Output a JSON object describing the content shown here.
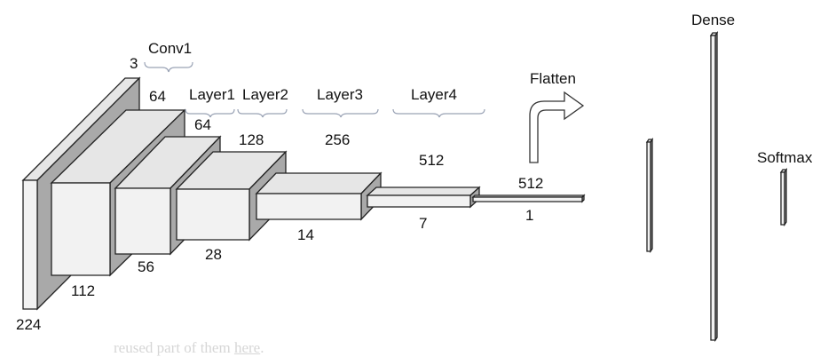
{
  "stages": {
    "conv1": "Conv1",
    "layer1": "Layer1",
    "layer2": "Layer2",
    "layer3": "Layer3",
    "layer4": "Layer4",
    "flatten": "Flatten",
    "dense": "Dense",
    "softmax": "Softmax"
  },
  "dims": {
    "input_channels": "3",
    "input_size": "224",
    "conv1_channels": "64",
    "conv1_size": "112",
    "layer1_channels": "64",
    "layer1_size": "56",
    "layer2_channels": "128",
    "layer2_size": "28",
    "layer3_channels": "256",
    "layer3_size": "14",
    "layer4_channels": "512",
    "layer4_size": "7",
    "flatten_channels": "512",
    "flatten_size": "1"
  },
  "caption": {
    "text": "reused part of them ",
    "link": "here",
    "end": "."
  }
}
